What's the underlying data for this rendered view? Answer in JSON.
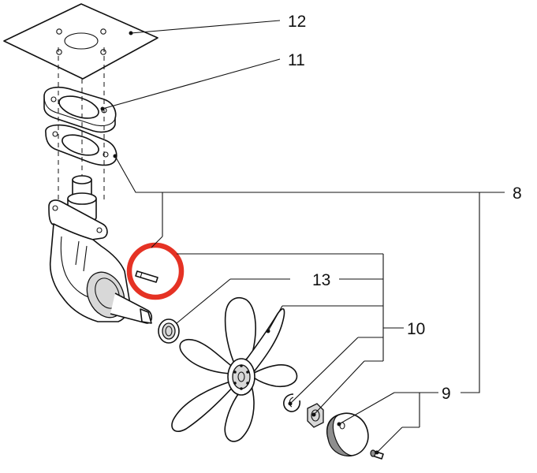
{
  "callouts": {
    "label_12": "12",
    "label_11": "11",
    "label_8": "8",
    "label_13": "13",
    "label_10": "10",
    "label_9": "9"
  },
  "highlight": {
    "color": "#e53224"
  },
  "colors": {
    "line": "#111111",
    "background": "#ffffff",
    "shade": "#d8d8d8"
  }
}
